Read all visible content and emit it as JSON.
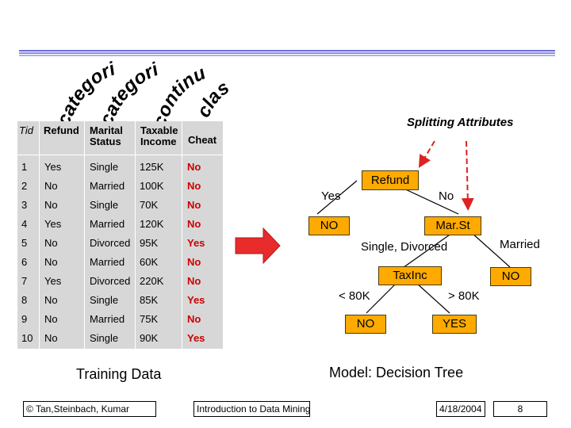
{
  "arc_labels": {
    "a1": "categorical",
    "a2": "categorical",
    "a3": "continuous",
    "a4": "class"
  },
  "table": {
    "headers": {
      "tid": "Tid",
      "refund": "Refund",
      "marital_l1": "Marital",
      "marital_l2": "Status",
      "income_l1": "Taxable",
      "income_l2": "Income",
      "cheat": "Cheat"
    },
    "rows": [
      [
        "1",
        "Yes",
        "Single",
        "125K",
        "No"
      ],
      [
        "2",
        "No",
        "Married",
        "100K",
        "No"
      ],
      [
        "3",
        "No",
        "Single",
        "70K",
        "No"
      ],
      [
        "4",
        "Yes",
        "Married",
        "120K",
        "No"
      ],
      [
        "5",
        "No",
        "Divorced",
        "95K",
        "Yes"
      ],
      [
        "6",
        "No",
        "Married",
        "60K",
        "No"
      ],
      [
        "7",
        "Yes",
        "Divorced",
        "220K",
        "No"
      ],
      [
        "8",
        "No",
        "Single",
        "85K",
        "Yes"
      ],
      [
        "9",
        "No",
        "Married",
        "75K",
        "No"
      ],
      [
        "10",
        "No",
        "Single",
        "90K",
        "Yes"
      ]
    ]
  },
  "tree": {
    "splitting_label": "Splitting Attributes",
    "root": "Refund",
    "edge_yes": "Yes",
    "edge_no": "No",
    "leaf_refund_yes": "NO",
    "node_marst": "Mar.St",
    "edge_single_divorced": "Single, Divorced",
    "edge_married": "Married",
    "node_taxinc": "TaxInc",
    "leaf_married": "NO",
    "edge_lt80": "< 80K",
    "edge_gt80": "> 80K",
    "leaf_lt80": "NO",
    "leaf_gt80": "YES"
  },
  "captions": {
    "training": "Training Data",
    "model": "Model:  Decision Tree"
  },
  "footer": {
    "copyright": "© Tan,Steinbach, Kumar",
    "course": "Introduction to Data Mining",
    "date": "4/18/2004",
    "page": "8"
  },
  "colors": {
    "node_fill": "#ffaa00",
    "arrow_red": "#dd2222",
    "table_bg": "#d7d7d7",
    "label_red": "#cc0000"
  }
}
